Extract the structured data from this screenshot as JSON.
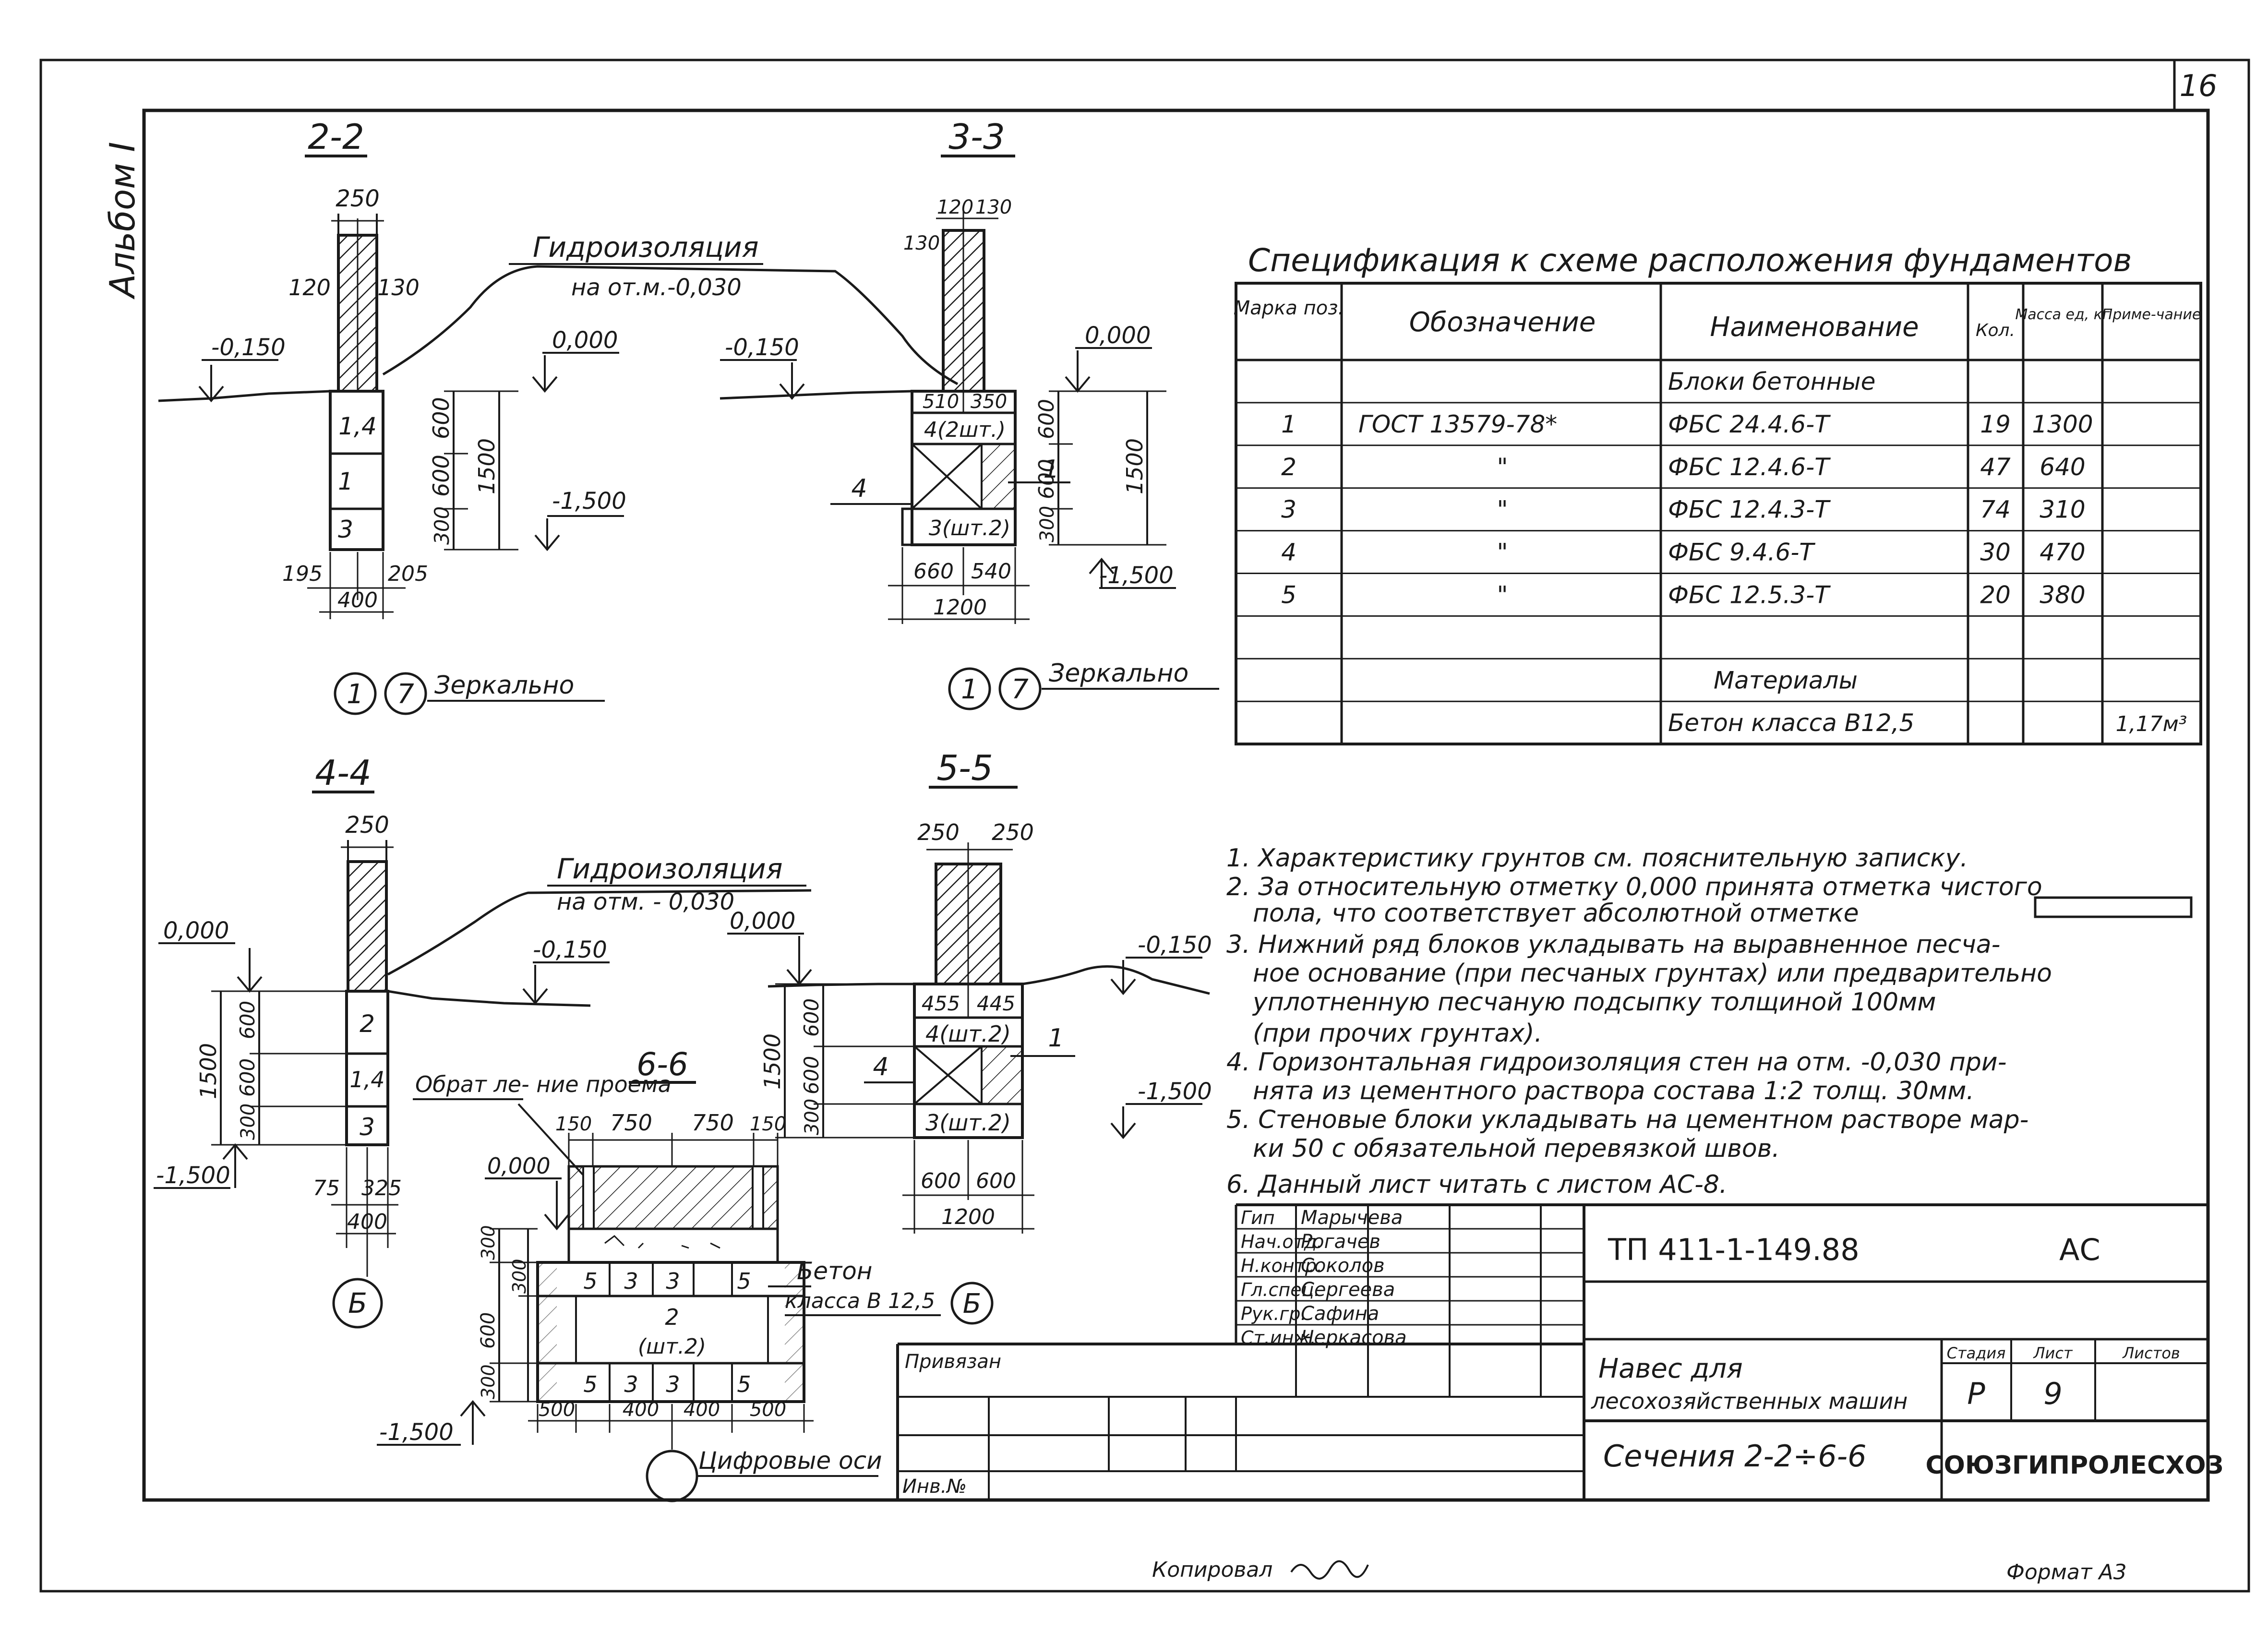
{
  "sheet": {
    "number": "16",
    "album_label": "Альбом I",
    "copied_by": "Копировал",
    "format": "Формат А3"
  },
  "sections": {
    "s22": {
      "title": "2-2",
      "width": "250",
      "left": "120",
      "right": "130",
      "waterproofing": "Гидроизоляция",
      "waterproofing_level": "на от.м.-0,030",
      "level_ground": "-0,150",
      "level_zero": "0,000",
      "level_bottom": "-1,500",
      "blocks": [
        "1,4",
        "1",
        "3"
      ],
      "heights": [
        "600",
        "600",
        "300"
      ],
      "total": "1500",
      "bottom_left": "195",
      "bottom_right": "205",
      "base": "400",
      "axis_a": "1",
      "axis_b": "7",
      "mirror": "Зеркально"
    },
    "s33": {
      "title": "3-3",
      "top_a": "120",
      "top_b": "130",
      "top_left": "130",
      "level_ground": "-0,150",
      "level_zero": "0,000",
      "level_bottom": "-1,500",
      "top_split_l": "510",
      "top_split_r": "350",
      "block_4": "4(2шт.)",
      "block_3": "3(шт.2)",
      "label_4": "4",
      "label_1": "1",
      "heights": [
        "600",
        "600",
        "300"
      ],
      "total": "1500",
      "bottom_l": "660",
      "bottom_r": "540",
      "base": "1200",
      "axis_a": "1",
      "axis_b": "7",
      "mirror": "Зеркально"
    },
    "s44": {
      "title": "4-4",
      "width": "250",
      "waterproofing": "Гидроизоляция",
      "waterproofing_level": "на отм. - 0,030",
      "level_zero": "0,000",
      "level_ground": "-0,150",
      "level_bottom": "-1,500",
      "blocks": [
        "2",
        "1,4",
        "3"
      ],
      "heights": [
        "600",
        "600",
        "300"
      ],
      "total": "1500",
      "bottom_left": "75",
      "bottom_right": "325",
      "base": "400",
      "opening_note": "Обрат ле-\nние проема",
      "axis": "Б"
    },
    "s55": {
      "title": "5-5",
      "width_l": "250",
      "width_r": "250",
      "level_zero": "0,000",
      "level_ground": "-0,150",
      "level_bottom": "-1,500",
      "top_split_l": "455",
      "top_split_r": "445",
      "block_4": "4(шт.2)",
      "block_3": "3(шт.2)",
      "label_4": "4",
      "label_1": "1",
      "heights": [
        "600",
        "600",
        "300"
      ],
      "total": "1500",
      "bottom_l": "600",
      "bottom_r": "600",
      "base": "1200"
    },
    "s66": {
      "title": "6-6",
      "top_dims": [
        "150",
        "750",
        "750",
        "150"
      ],
      "level_zero": "0,000",
      "level_bottom": "-1,500",
      "heights": [
        "300",
        "300",
        "600",
        "300"
      ],
      "row_top": [
        "5",
        "3",
        "3",
        "5"
      ],
      "row_mid": "2",
      "row_mid_sub": "(шт.2)",
      "row_bot": [
        "5",
        "3",
        "3",
        "5"
      ],
      "bottom_dims": [
        "500",
        "400",
        "400",
        "500"
      ],
      "concrete_label": "Бетон",
      "concrete_class": "класса В 12,5",
      "axis": "Б",
      "digital_axes": "Цифровые оси"
    }
  },
  "spec": {
    "title": "Спецификация к схеме расположения фундаментов",
    "headers": [
      "Марка поз.",
      "Обозначение",
      "Наименование",
      "Кол.",
      "Масса ед, кг",
      "Приме-чание"
    ],
    "rows": [
      [
        "",
        "",
        "Блоки бетонные",
        "",
        "",
        ""
      ],
      [
        "1",
        "ГОСТ 13579-78*",
        "ФБС 24.4.6-Т",
        "19",
        "1300",
        ""
      ],
      [
        "2",
        "\"",
        "ФБС 12.4.6-Т",
        "47",
        "640",
        ""
      ],
      [
        "3",
        "\"",
        "ФБС 12.4.3-Т",
        "74",
        "310",
        ""
      ],
      [
        "4",
        "\"",
        "ФБС 9.4.6-Т",
        "30",
        "470",
        ""
      ],
      [
        "5",
        "\"",
        "ФБС 12.5.3-Т",
        "20",
        "380",
        ""
      ],
      [
        "",
        "",
        "",
        "",
        "",
        ""
      ],
      [
        "",
        "",
        "Материалы",
        "",
        "",
        ""
      ],
      [
        "",
        "",
        "Бетон класса В12,5",
        "",
        "",
        "1,17м³"
      ]
    ]
  },
  "notes": [
    "1. Характеристику грунтов см. пояснительную записку.",
    "2. За относительную отметку 0,000 принята отметка чистого",
    "пола, что соответствует абсолютной отметке",
    "3. Нижний ряд блоков укладывать на выравненное песча-",
    "ное основание (при песчаных грунтах) или предварительно",
    "уплотненную песчаную подсыпку толщиной 100мм",
    "(при прочих грунтах).",
    "4. Горизонтальная гидроизоляция стен на отм. -0,030 при-",
    "нята из цементного раствора состава 1:2 толщ. 30мм.",
    "5. Стеновые блоки укладывать на цементном растворе мар-",
    "ки 50 с обязательной перевязкой швов.",
    "6. Данный лист читать с листом АС-8."
  ],
  "title_block": {
    "signers": [
      [
        "Гип",
        "Марычева"
      ],
      [
        "Нач.отд.",
        "Рогачев"
      ],
      [
        "Н.контр.",
        "Соколов"
      ],
      [
        "Гл.спец.",
        "Сергеева"
      ],
      [
        "Рук.гр.",
        "Сафина"
      ],
      [
        "Ст.инж.",
        "Черкасова"
      ]
    ],
    "doc_code": "ТП 411-1-149.88",
    "doc_mark": "АС",
    "object_line1": "Навес для",
    "object_line2": "лесохозяйственных машин",
    "stage_label": "Стадия",
    "sheet_label": "Лист",
    "sheets_label": "Листов",
    "stage": "Р",
    "sheet": "9",
    "sheet_title": "Сечения 2-2÷6-6",
    "org": "СОЮЗГИПРОЛЕСХОЗ",
    "bound": "Привязан",
    "inv": "Инв.№"
  }
}
